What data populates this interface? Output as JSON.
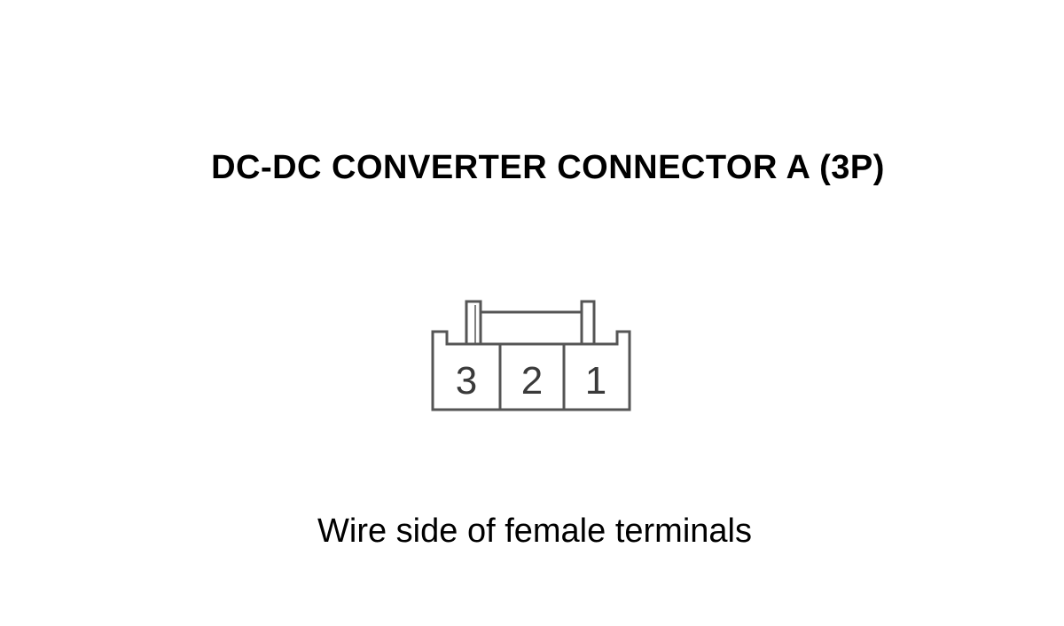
{
  "title": "DC-DC CONVERTER CONNECTOR A (3P)",
  "connector": {
    "pins": [
      {
        "label": "3"
      },
      {
        "label": "2"
      },
      {
        "label": "1"
      }
    ]
  },
  "caption": "Wire side of female terminals",
  "colors": {
    "stroke": "#555555",
    "text": "#000000",
    "background": "#ffffff"
  }
}
